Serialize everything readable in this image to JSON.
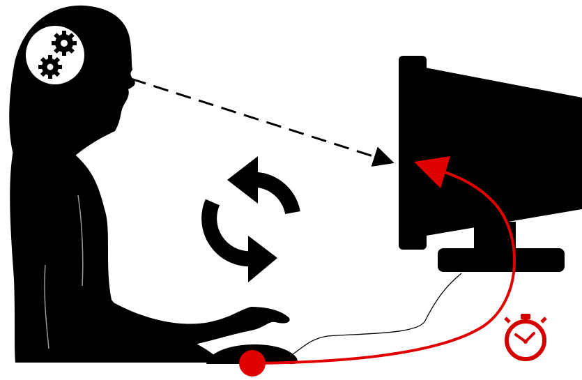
{
  "diagram": {
    "background": "#ffffff",
    "colors": {
      "silhouette": "#000000",
      "accent": "#e00000",
      "head_badge": "#ffffff",
      "cable": "#000000"
    },
    "elements": {
      "person": "woman-silhouette",
      "brain_icon": "gears-icon",
      "cycle_icon": "refresh-cycle-icon",
      "monitor": "monitor-silhouette",
      "mouse": "mouse-silhouette",
      "gaze": "dashed-arrow",
      "action": "red-curved-arrow",
      "timer": "stopwatch-icon"
    }
  }
}
